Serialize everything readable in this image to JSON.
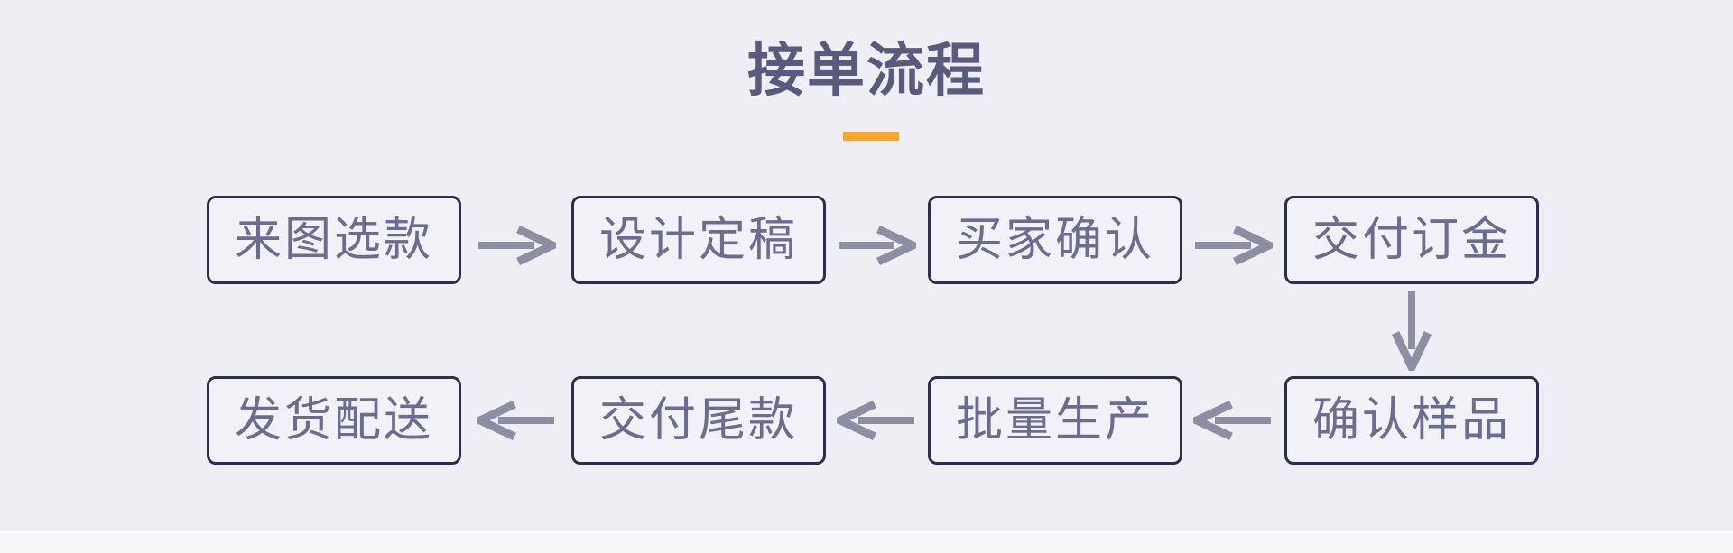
{
  "header": {
    "title": "接单流程"
  },
  "flow": {
    "type": "flowchart",
    "steps": [
      {
        "label": "来图选款"
      },
      {
        "label": "设计定稿"
      },
      {
        "label": "买家确认"
      },
      {
        "label": "交付订金"
      },
      {
        "label": "确认样品"
      },
      {
        "label": "批量生产"
      },
      {
        "label": "交付尾款"
      },
      {
        "label": "发货配送"
      }
    ],
    "sequence": "来图选款 → 设计定稿 → 买家确认 → 交付订金 → 确认样品 → 批量生产 → 交付尾款 → 发货配送",
    "layout": "two rows: row1 left-to-right (steps 1-4), vertical drop after step 4, row2 right-to-left (steps 5-8)"
  },
  "colors": {
    "background": "#eeeef4",
    "box_border": "#2d2d50",
    "box_fill": "#f1f1f7",
    "box_text": "#6c6c90",
    "title_text": "#5a5a7e",
    "arrow": "#8e8ea2",
    "accent_bar": "#f7a52f",
    "footer_strip": "#f6f6f9"
  }
}
